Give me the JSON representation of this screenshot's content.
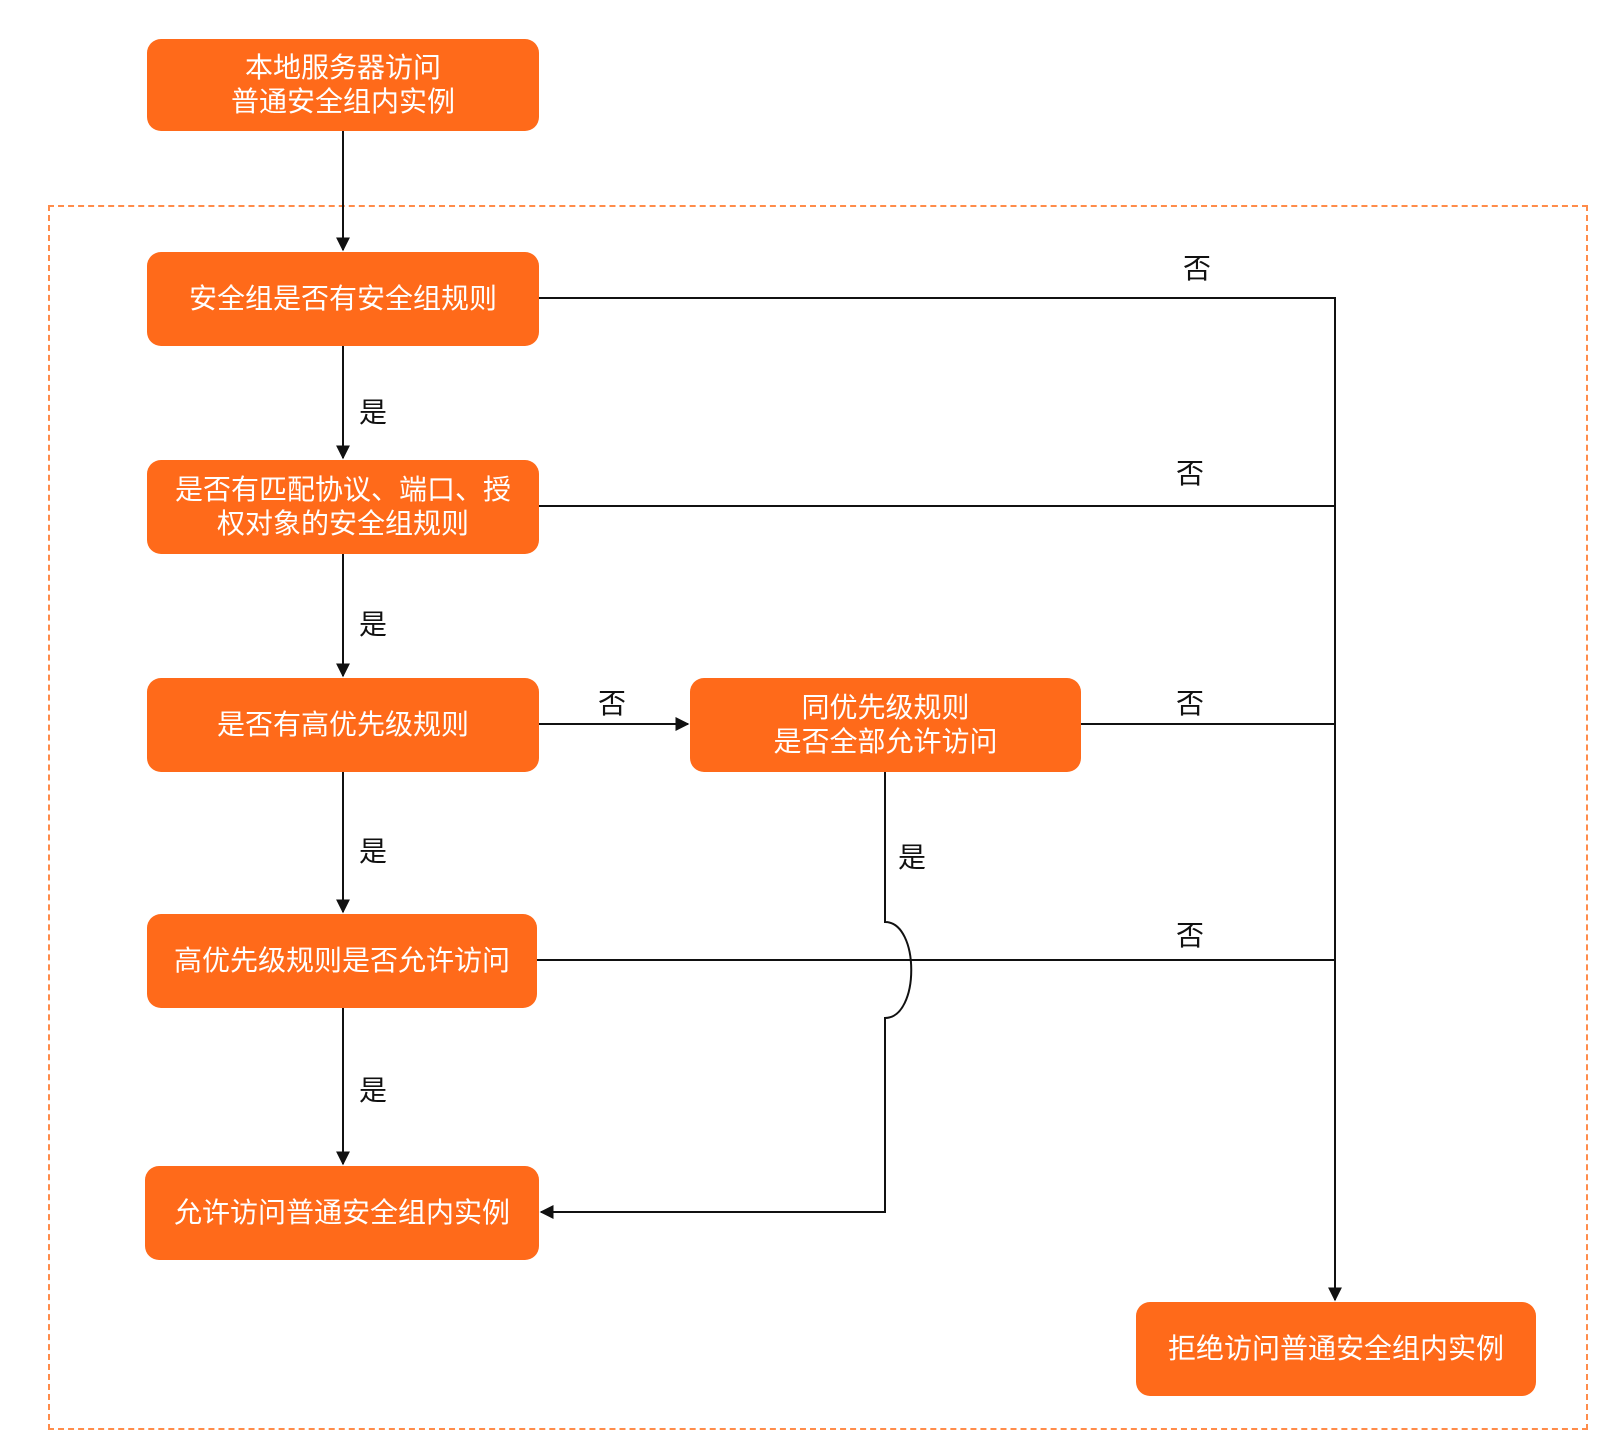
{
  "nodes": {
    "start": {
      "line1": "本地服务器访问",
      "line2": "普通安全组内实例"
    },
    "has_rules": {
      "line1": "安全组是否有安全组规则"
    },
    "match_rules": {
      "line1": "是否有匹配协议、端口、授",
      "line2": "权对象的安全组规则"
    },
    "high_priority": {
      "line1": "是否有高优先级规则"
    },
    "same_priority": {
      "line1": "同优先级规则",
      "line2": "是否全部允许访问"
    },
    "high_allow": {
      "line1": "高优先级规则是否允许访问"
    },
    "allow": {
      "line1": "允许访问普通安全组内实例"
    },
    "deny": {
      "line1": "拒绝访问普通安全组内实例"
    }
  },
  "labels": {
    "yes": "是",
    "no": "否"
  },
  "colors": {
    "node_fill": "#ff6a1a",
    "node_text": "#ffffff",
    "edge": "#111111",
    "region_border": "#ff8c4a"
  }
}
